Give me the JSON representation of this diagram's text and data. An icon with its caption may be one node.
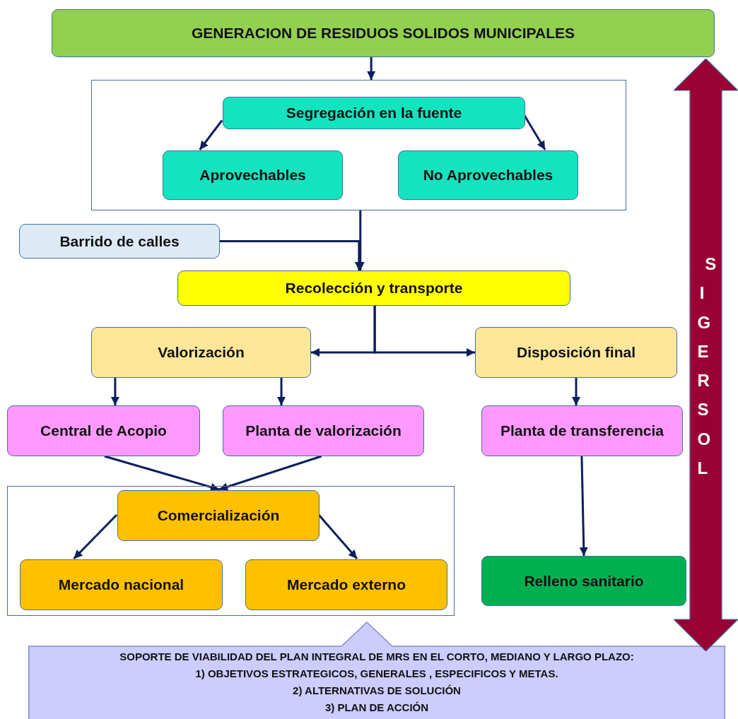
{
  "diagram": {
    "nodes": [
      {
        "text": [
          "GENERACION DE RESIDUOS SOLIDOS MUNICIPALES"
        ]
      },
      {
        "text": [],
        "shape": "box"
      },
      {
        "text": [
          "Segregación en la fuente"
        ],
        "in": 1
      },
      {
        "text": [
          "Aprovechables"
        ],
        "in": 1
      },
      {
        "text": [
          "No Aprovechables"
        ],
        "in": 1
      },
      {
        "text": [
          "Barrido de calles"
        ]
      },
      {
        "text": [
          "Recolección y transporte"
        ]
      },
      {
        "text": [
          "Valorización"
        ]
      },
      {
        "text": [
          "Disposición final"
        ]
      },
      {
        "text": [
          "Central de Acopio"
        ]
      },
      {
        "text": [
          "Planta de valorización"
        ]
      },
      {
        "text": [
          "Planta de transferencia"
        ]
      },
      {
        "text": [],
        "shape": "box"
      },
      {
        "text": [
          "Comercialización"
        ],
        "in": 12
      },
      {
        "text": [
          "Mercado nacional"
        ],
        "in": 12
      },
      {
        "text": [
          "Mercado externo"
        ],
        "in": 12
      },
      {
        "text": [
          "Relleno sanitario"
        ]
      },
      {
        "text": [
          "SIGERSOL"
        ]
      },
      {
        "text": [
          "SOPORTE DE VIABILIDAD DEL PLAN INTEGRAL DE MRS EN EL CORTO, MEDIANO Y LARGO PLAZO:",
          "1) OBJETIVOS ESTRATEGICOS, GENERALES , ESPECIFICOS Y METAS.",
          "2) ALTERNATIVAS DE SOLUCIÓN",
          "3) PLAN DE ACCIÓN"
        ]
      }
    ],
    "edges": [
      {
        "from": 0,
        "to": 1,
        "arrow": "to"
      },
      {
        "from": 2,
        "to": 3,
        "arrow": "to"
      },
      {
        "from": 2,
        "to": 4,
        "arrow": "to"
      },
      {
        "from": 1,
        "to": 6,
        "arrow": "to"
      },
      {
        "from": 5,
        "to": 6,
        "arrow": "to"
      },
      {
        "from": 6,
        "to": 7,
        "arrow": "to"
      },
      {
        "from": 6,
        "to": 8,
        "arrow": "to"
      },
      {
        "from": 7,
        "to": 9,
        "arrow": "to"
      },
      {
        "from": 7,
        "to": 10,
        "arrow": "to"
      },
      {
        "from": 9,
        "to": 13,
        "arrow": "to"
      },
      {
        "from": 10,
        "to": 13,
        "arrow": "to"
      },
      {
        "from": 13,
        "to": 14,
        "arrow": "to"
      },
      {
        "from": 13,
        "to": 15,
        "arrow": "to"
      },
      {
        "from": 8,
        "to": 11,
        "arrow": "to"
      },
      {
        "from": 11,
        "to": 16,
        "arrow": "to"
      }
    ]
  }
}
